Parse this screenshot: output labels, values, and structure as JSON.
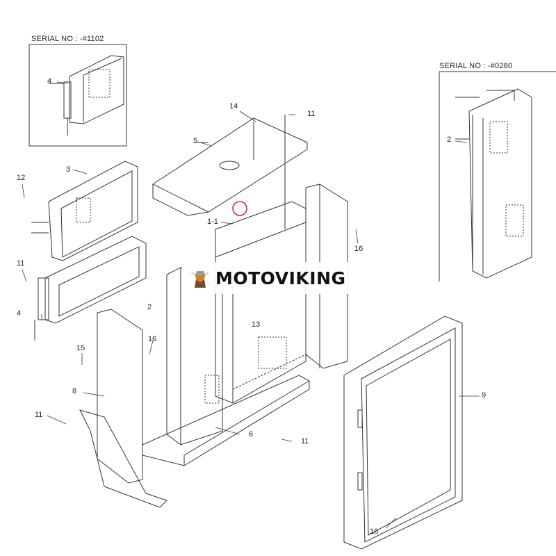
{
  "insets": [
    {
      "serial": "SERIAL NO : -#1102",
      "callouts": [
        "4"
      ]
    },
    {
      "serial": "SERIAL NO : -#0280",
      "callouts": [
        "2"
      ]
    }
  ],
  "callouts": {
    "c4a": "4",
    "c3": "3",
    "c12": "12",
    "c11a": "11",
    "c4b": "4",
    "c14": "14",
    "c11b": "11",
    "c5": "5",
    "c1_1": "1-1",
    "c16a": "16",
    "c13": "13",
    "c2": "2",
    "c15": "15",
    "c16b": "16",
    "c8": "8",
    "c11c": "11",
    "c6": "6",
    "c11d": "11",
    "c9": "9",
    "c10": "10",
    "c2b": "2"
  },
  "watermark": {
    "text": "MOTOVIKING"
  },
  "colors": {
    "line": "#333333",
    "highlight": "#cc2222"
  }
}
